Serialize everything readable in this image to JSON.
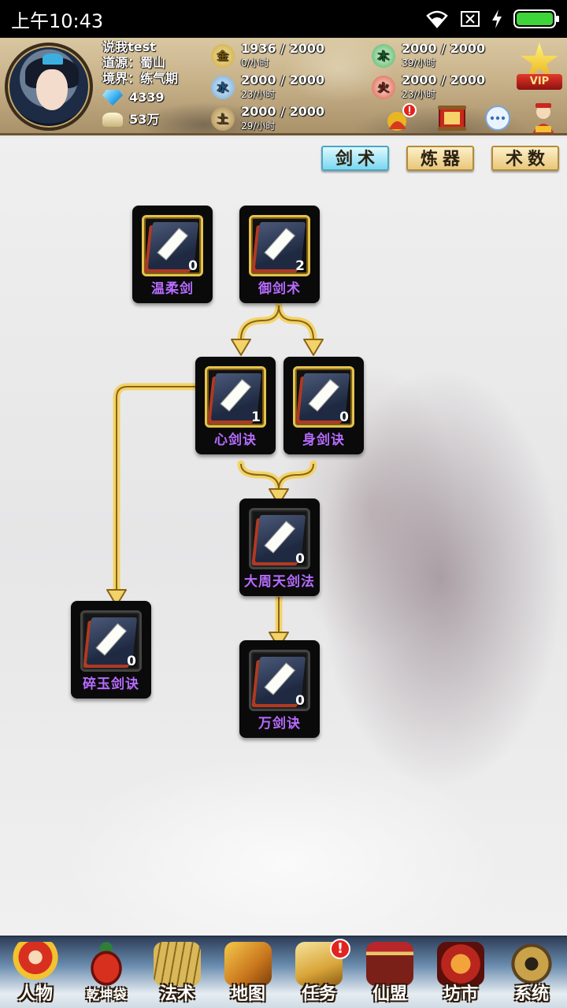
{
  "status_bar": {
    "time": "上午10:43"
  },
  "player": {
    "name": "说我test",
    "sect": "道源：蜀山",
    "realm": "境界：练气期",
    "gems": "4339",
    "silver": "53万"
  },
  "resources": [
    {
      "element": "金",
      "value": "1936 / 2000",
      "rate": "0/小时",
      "color": "#e0c04a"
    },
    {
      "element": "水",
      "value": "2000 / 2000",
      "rate": "23/小时",
      "color": "#7fb4de"
    },
    {
      "element": "土",
      "value": "2000 / 2000",
      "rate": "29/小时",
      "color": "#b9964f"
    },
    {
      "element": "木",
      "value": "2000 / 2000",
      "rate": "39/小时",
      "color": "#5cc06a"
    },
    {
      "element": "火",
      "value": "2000 / 2000",
      "rate": "23/小时",
      "color": "#e06a56"
    }
  ],
  "vip_label": "VIP",
  "tabs": [
    {
      "label": "剑术",
      "active": true
    },
    {
      "label": "炼器",
      "active": false
    },
    {
      "label": "术数",
      "active": false
    }
  ],
  "skills": {
    "wenroujian": {
      "name": "温柔剑",
      "count": "0"
    },
    "yujianshu": {
      "name": "御剑术",
      "count": "2"
    },
    "xinjianjue": {
      "name": "心剑诀",
      "count": "1"
    },
    "shenjianjue": {
      "name": "身剑诀",
      "count": "0"
    },
    "dazhoutian": {
      "name": "大周天剑法",
      "count": "0"
    },
    "suiyu": {
      "name": "碎玉剑诀",
      "count": "0"
    },
    "wanjianjue": {
      "name": "万剑诀",
      "count": "0"
    }
  },
  "bottom_menu": [
    {
      "label": "人物"
    },
    {
      "label": "乾坤袋"
    },
    {
      "label": "法术"
    },
    {
      "label": "地图"
    },
    {
      "label": "任务",
      "badge": "!"
    },
    {
      "label": "仙盟"
    },
    {
      "label": "坊市"
    },
    {
      "label": "系统"
    }
  ]
}
